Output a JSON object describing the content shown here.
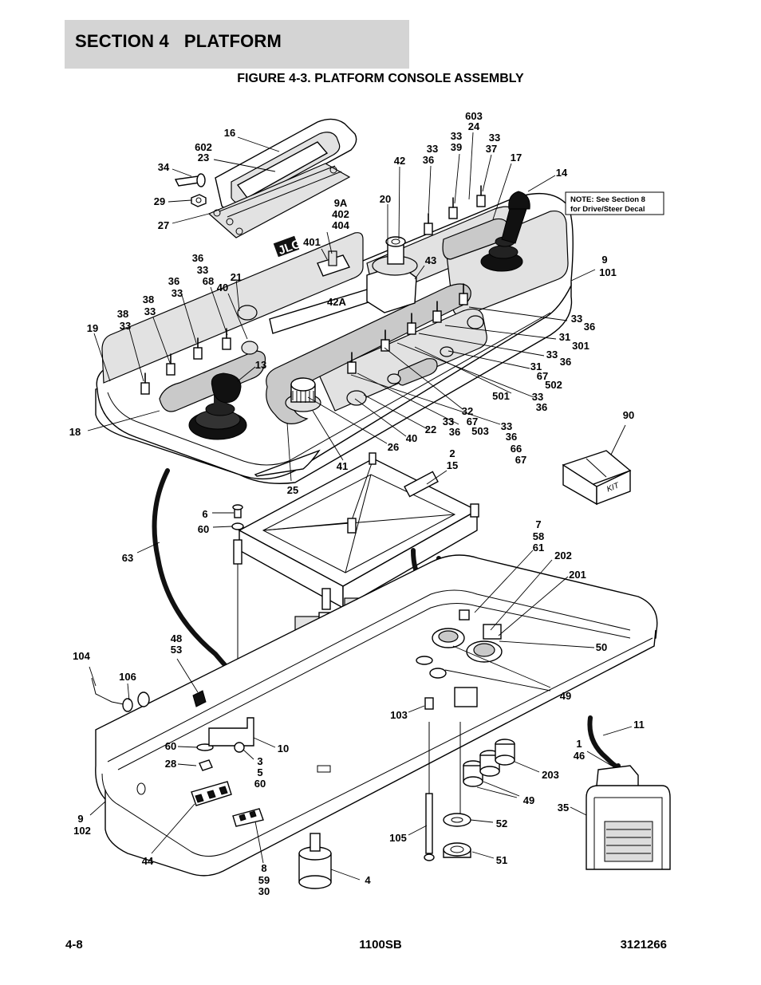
{
  "header": {
    "section_title": "SECTION 4   PLATFORM"
  },
  "figure": {
    "title": "FIGURE 4-3. PLATFORM CONSOLE ASSEMBLY"
  },
  "note": {
    "line1": "NOTE:  See Section 8",
    "line2": "for Drive/Steer Decal"
  },
  "kit_box": {
    "label": "KIT"
  },
  "decal": {
    "label": "42A"
  },
  "callouts": [
    [
      "16"
    ],
    [
      "602",
      "23"
    ],
    [
      "34"
    ],
    [
      "29"
    ],
    [
      "27"
    ],
    [
      "603",
      "24"
    ],
    [
      "33",
      "39"
    ],
    [
      "33",
      "37"
    ],
    [
      "33",
      "36"
    ],
    [
      "42"
    ],
    [
      "17"
    ],
    [
      "14"
    ],
    [
      "9A",
      "402",
      "404"
    ],
    [
      "20"
    ],
    [
      "401"
    ],
    [
      "43"
    ],
    [
      "9",
      "101"
    ],
    [
      "36",
      "33",
      "68"
    ],
    [
      "21"
    ],
    [
      "36",
      "33"
    ],
    [
      "40"
    ],
    [
      "38",
      "33"
    ],
    [
      "38",
      "33"
    ],
    [
      "19"
    ],
    [
      "33",
      "36"
    ],
    [
      "31",
      "301"
    ],
    [
      "33",
      "36"
    ],
    [
      "31",
      "67",
      "502"
    ],
    [
      "501"
    ],
    [
      "33",
      "36"
    ],
    [
      "13"
    ],
    [
      "18"
    ],
    [
      "32",
      "67",
      "503"
    ],
    [
      "33",
      "36"
    ],
    [
      "22"
    ],
    [
      "40"
    ],
    [
      "26"
    ],
    [
      "33",
      "36",
      "66",
      "67"
    ],
    [
      "41"
    ],
    [
      "25"
    ],
    [
      "90"
    ],
    [
      "2",
      "15"
    ],
    [
      "6"
    ],
    [
      "60"
    ],
    [
      "63"
    ],
    [
      "7",
      "58",
      "61"
    ],
    [
      "202"
    ],
    [
      "201"
    ],
    [
      "50"
    ],
    [
      "48",
      "53"
    ],
    [
      "104"
    ],
    [
      "106"
    ],
    [
      "49"
    ],
    [
      "103"
    ],
    [
      "60"
    ],
    [
      "10"
    ],
    [
      "28"
    ],
    [
      "3",
      "5",
      "60"
    ],
    [
      "11"
    ],
    [
      "1",
      "46"
    ],
    [
      "203"
    ],
    [
      "49"
    ],
    [
      "35"
    ],
    [
      "9",
      "102"
    ],
    [
      "44"
    ],
    [
      "105"
    ],
    [
      "52"
    ],
    [
      "51"
    ],
    [
      "8",
      "59",
      "30"
    ],
    [
      "4"
    ]
  ],
  "footer": {
    "page": "4-8",
    "model": "1100SB",
    "doc_number": "3121266"
  }
}
